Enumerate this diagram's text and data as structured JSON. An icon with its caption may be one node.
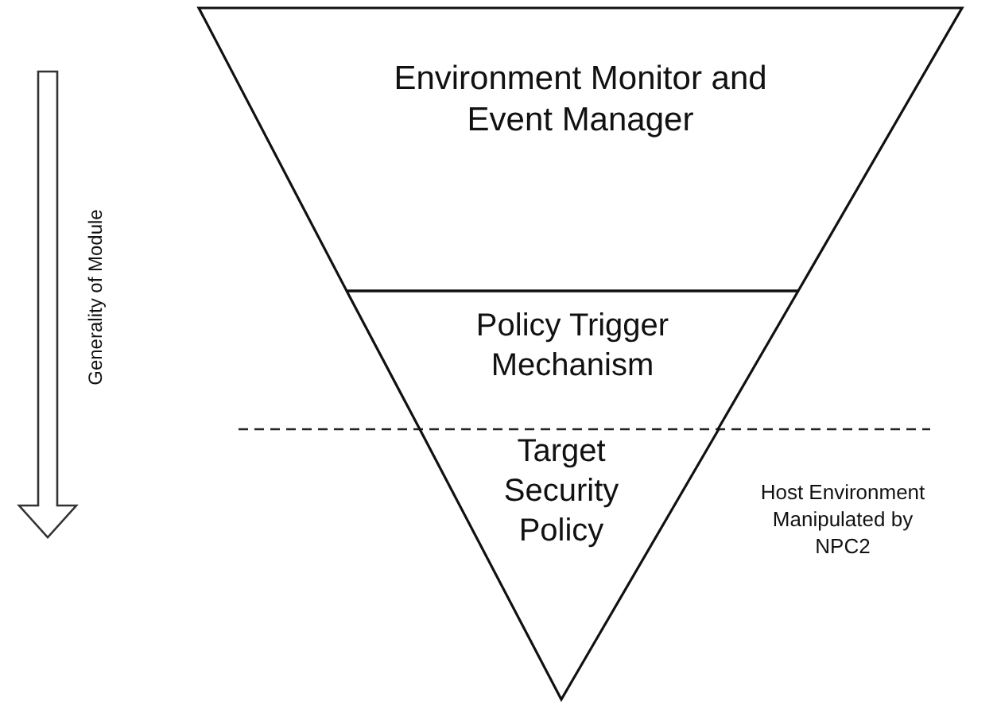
{
  "diagram": {
    "nodes": [
      {
        "text": [
          "Environment Monitor and Event Manager"
        ]
      },
      {
        "text": [
          "Policy Trigger Mechanism"
        ]
      },
      {
        "text": [
          "Target Security Policy"
        ]
      }
    ],
    "labels": [
      "Generality of Module",
      "Host Environment Manipulated by NPC2"
    ]
  }
}
